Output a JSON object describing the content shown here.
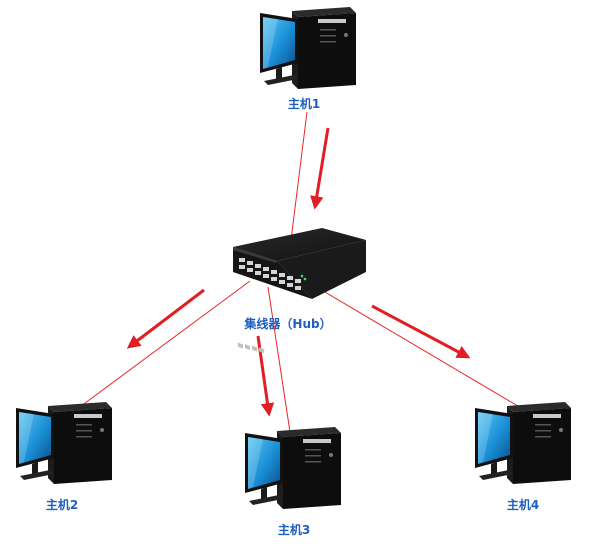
{
  "diagram": {
    "hub": {
      "label": "集线器（Hub）"
    },
    "hosts": [
      {
        "id": "host1",
        "label": "主机1"
      },
      {
        "id": "host2",
        "label": "主机2"
      },
      {
        "id": "host3",
        "label": "主机3"
      },
      {
        "id": "host4",
        "label": "主机4"
      }
    ],
    "colors": {
      "link_line": "#e8262a",
      "arrow": "#e21e25",
      "label_text": "#1f5fbf",
      "screen": "#1a9be0",
      "tower": "#0b0b0b"
    }
  }
}
